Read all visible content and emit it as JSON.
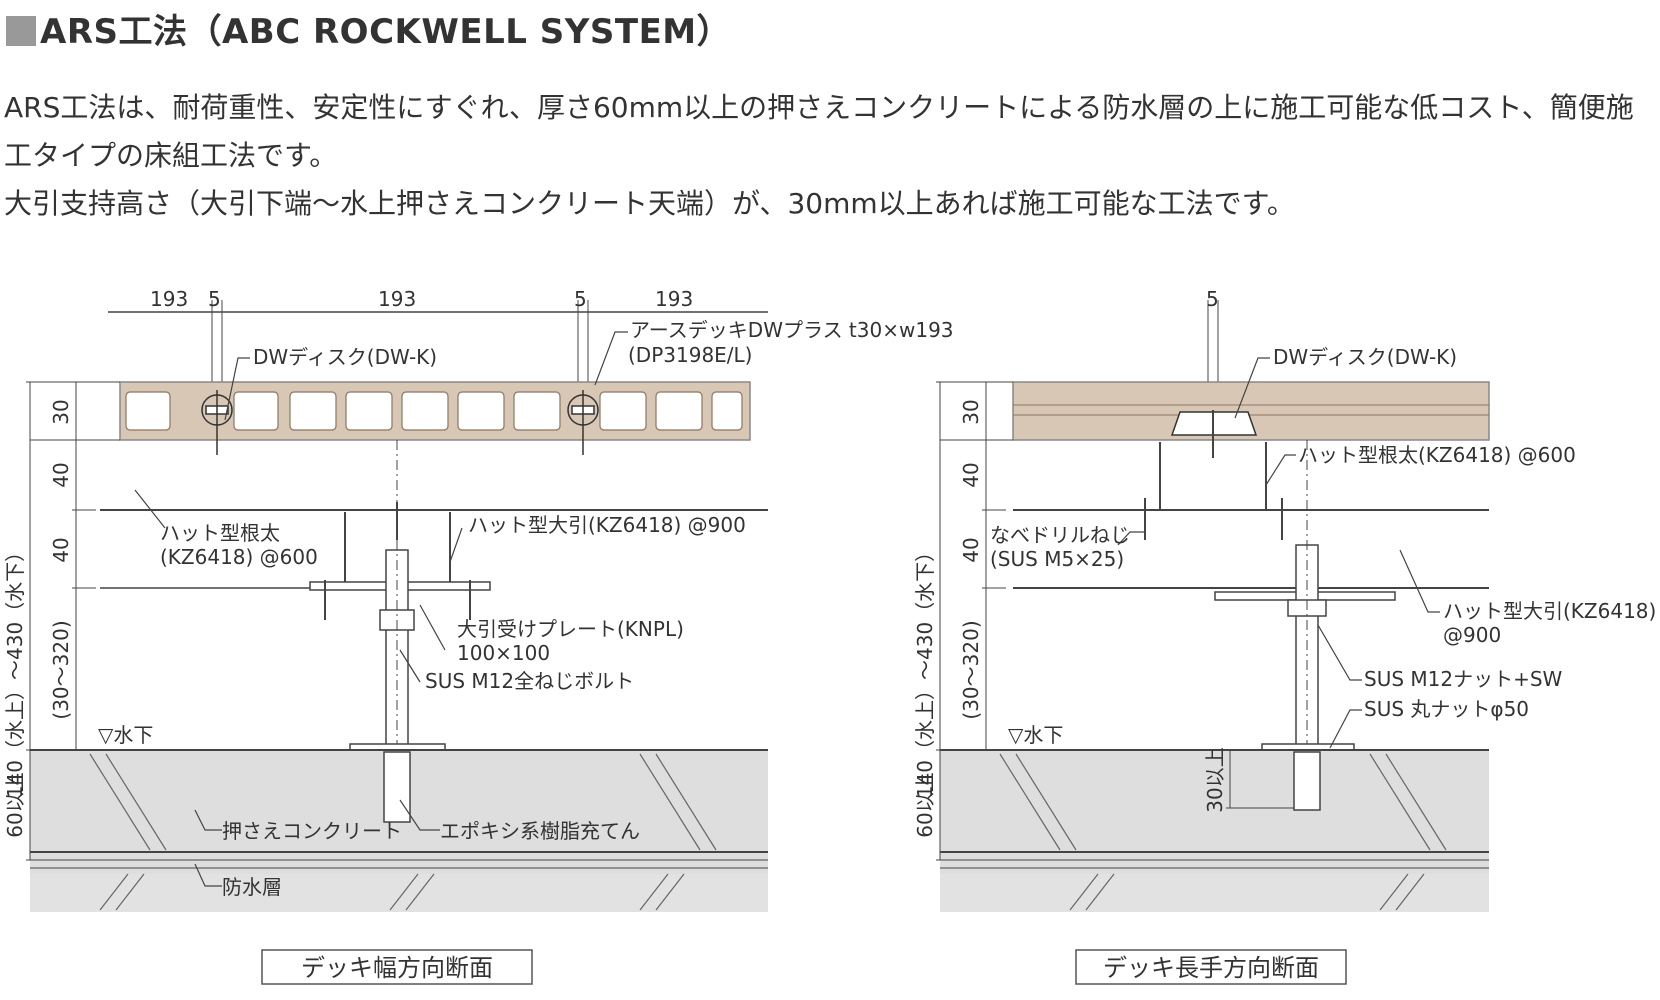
{
  "title": "ARS工法（ABC ROCKWELL SYSTEM）",
  "description": [
    "ARS工法は、耐荷重性、安定性にすぐれ、厚さ60mm以上の押さえコンクリートによる防水層の上に施工可能な低コスト、簡便施工タイプの床組工法です。",
    "大引支持高さ（大引下端〜水上押さえコンクリート天端）が、30mm以上あれば施工可能な工法です。"
  ],
  "colors": {
    "deck": "#d9c7b5",
    "concrete": "#dedede",
    "line": "#444444",
    "caption_border": "#555555"
  },
  "left_diagram": {
    "caption": "デッキ幅方向断面",
    "top_dims": [
      "193",
      "5",
      "193",
      "5",
      "193"
    ],
    "side_dims": {
      "overall": "140（水上）〜430（水下）",
      "deck": "30",
      "joist": "40",
      "beam": "40",
      "support": "(30〜320)",
      "concrete": "60以上"
    },
    "water_mark": "▽水下",
    "labels": {
      "disk": "DWディスク(DW-K)",
      "deck_name": "アースデッキDWプラス t30×w193",
      "deck_code": "(DP3198E/L)",
      "joist": "ハット型根太",
      "joist_code": "(KZ6418) @600",
      "beam": "ハット型大引(KZ6418) @900",
      "plate": "大引受けプレート(KNPL)",
      "plate_size": "100×100",
      "bolt": "SUS M12全ねじボルト",
      "concrete": "押さえコンクリート",
      "epoxy": "エポキシ系樹脂充てん",
      "waterproof": "防水層"
    }
  },
  "right_diagram": {
    "caption": "デッキ長手方向断面",
    "top_dim": "5",
    "side_dims": {
      "overall": "140（水上）〜430（水下）",
      "deck": "30",
      "joist": "40",
      "beam": "40",
      "support": "(30〜320)",
      "concrete": "60以上",
      "anchor": "30以上"
    },
    "water_mark": "▽水下",
    "labels": {
      "disk": "DWディスク(DW-K)",
      "joist": "ハット型根太(KZ6418) @600",
      "screw": "なべドリルねじ",
      "screw_code": "(SUS M5×25)",
      "beam": "ハット型大引(KZ6418)",
      "beam_pitch": "@900",
      "nut": "SUS M12ナット+SW",
      "round_nut": "SUS 丸ナットφ50"
    }
  }
}
